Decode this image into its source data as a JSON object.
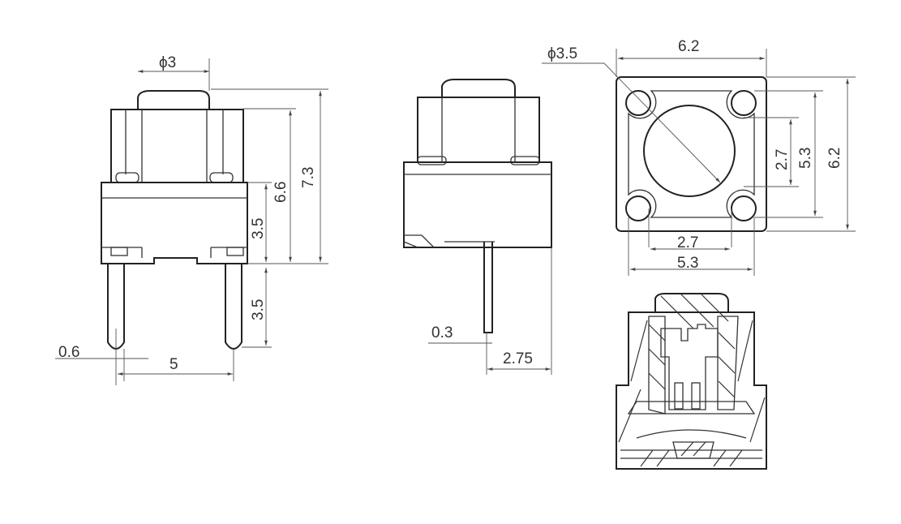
{
  "title": "Tactile switch 6.2x6.2 mm dimension drawing",
  "front_view": {
    "button_diameter": "ϕ3",
    "total_height": "7.3",
    "body_height": "6.6",
    "base_height": "3.5",
    "pin_length": "3.5",
    "pin_width": "0.6",
    "pin_pitch": "5"
  },
  "side_view": {
    "pin_thickness": "0.3",
    "pin_offset": "2.75"
  },
  "top_view": {
    "actuator_diameter": "ϕ3.5",
    "width": "6.2",
    "depth": "6.2",
    "inner_depth": "5.3",
    "inner_pitch_v": "2.7",
    "inner_pitch_h": "2.7",
    "inner_width": "5.3"
  },
  "section_view": {}
}
